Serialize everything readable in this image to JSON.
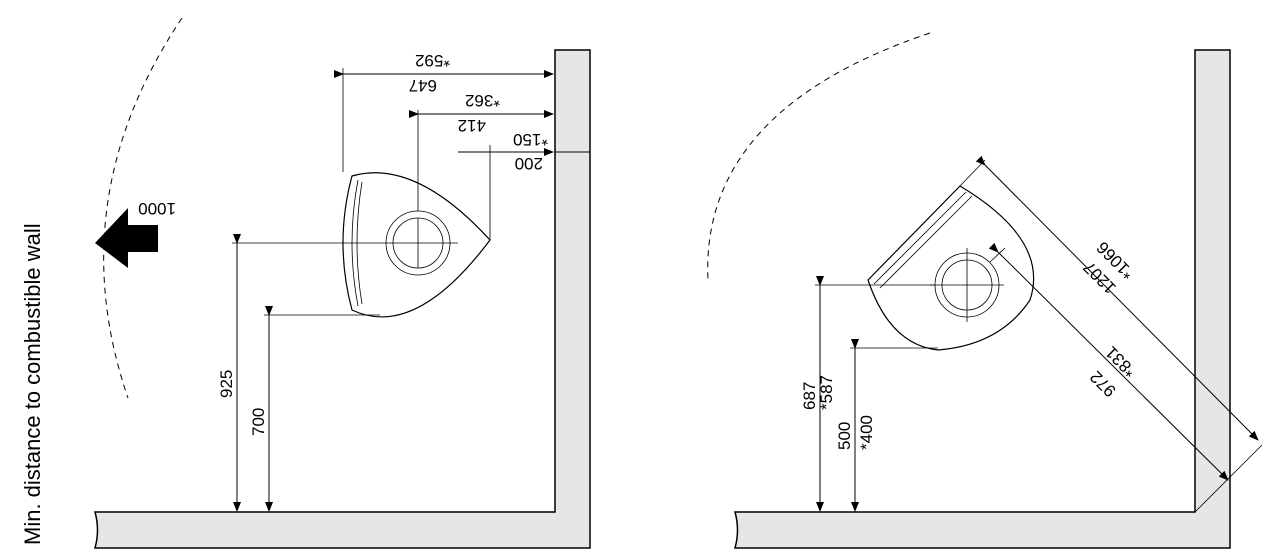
{
  "side_title": "Min. distance to combustible wall",
  "left_view": {
    "arrow_label": "1000",
    "dim_592": "*592",
    "dim_647": "647",
    "dim_362": "*362",
    "dim_412": "412",
    "dim_150": "*150",
    "dim_200": "200",
    "dim_925": "925",
    "dim_700": "700"
  },
  "right_view": {
    "dim_1066": "*1066",
    "dim_1207": "1207",
    "dim_831": "*831",
    "dim_972": "972",
    "dim_687": "687",
    "dim_587": "*587",
    "dim_500": "500",
    "dim_400": "*400"
  }
}
